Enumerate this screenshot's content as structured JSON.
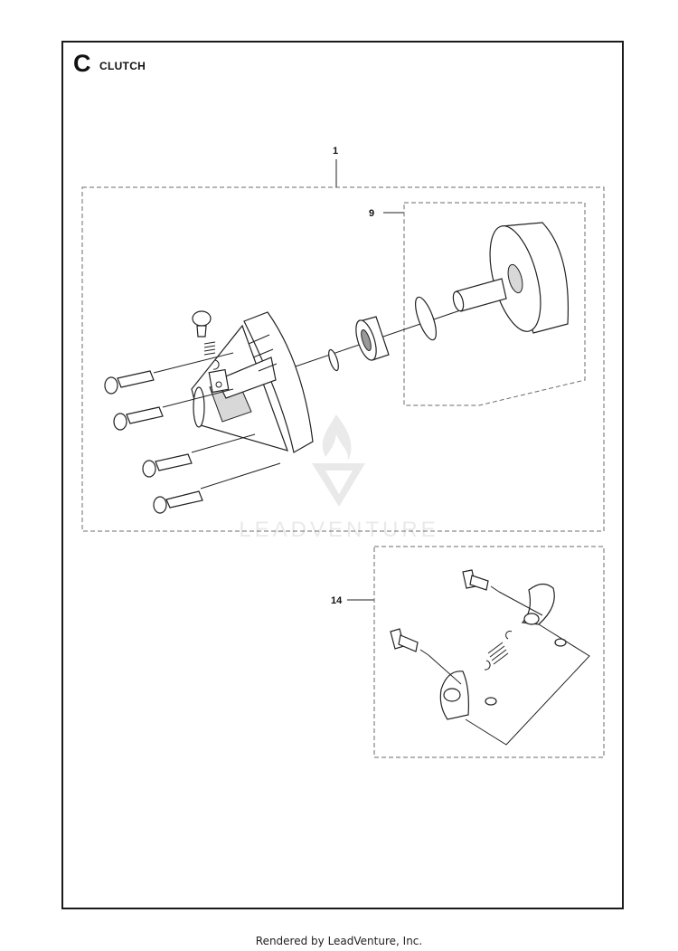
{
  "section": {
    "letter": "C",
    "title": "CLUTCH"
  },
  "callouts": [
    {
      "id": "1",
      "label": "1"
    },
    {
      "id": "9",
      "label": "9"
    },
    {
      "id": "14",
      "label": "14"
    }
  ],
  "watermark": {
    "brand": "LEADVENTURE"
  },
  "footer": {
    "text": "Rendered by LeadVenture, Inc."
  }
}
